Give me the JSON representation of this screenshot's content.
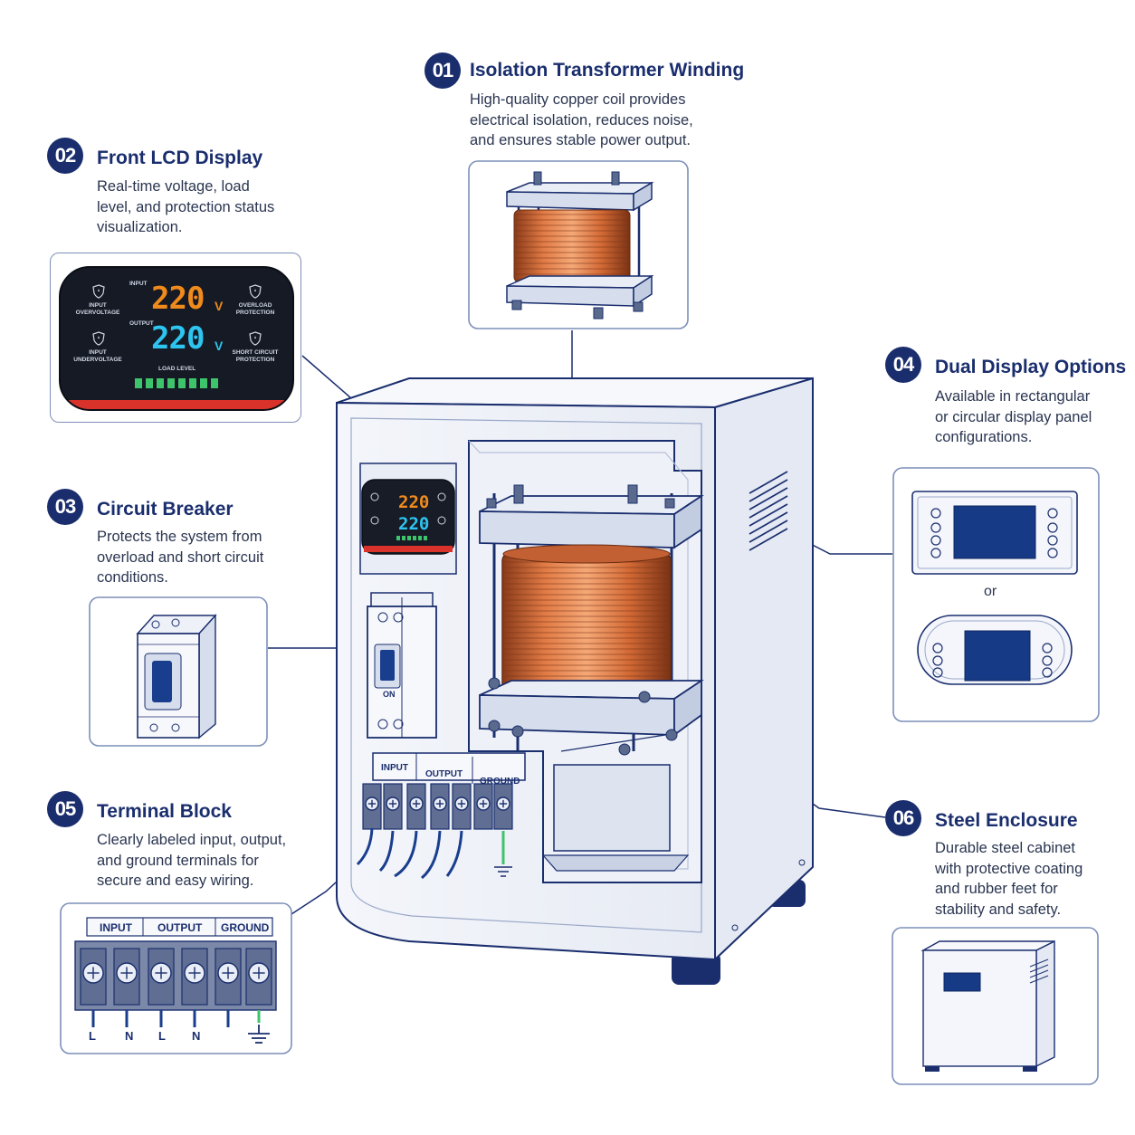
{
  "callouts": [
    {
      "num": "01",
      "title": "Isolation Transformer Winding",
      "lines": [
        "High-quality copper coil provides",
        "electrical isolation, reduces noise,",
        "and ensures stable power output."
      ]
    },
    {
      "num": "02",
      "title": "Front LCD Display",
      "lines": [
        "Real-time voltage, load",
        "level, and protection status",
        "visualization."
      ]
    },
    {
      "num": "03",
      "title": "Circuit Breaker",
      "lines": [
        "Protects the system from",
        "overload and short circuit",
        "conditions."
      ]
    },
    {
      "num": "04",
      "title": "Dual Display Options",
      "lines": [
        "Available in rectangular",
        "or circular display panel",
        "configurations."
      ]
    },
    {
      "num": "05",
      "title": "Terminal Block",
      "lines": [
        "Clearly labeled input, output,",
        "and ground terminals for",
        "secure and easy wiring."
      ]
    },
    {
      "num": "06",
      "title": "Steel Enclosure",
      "lines": [
        "Durable steel cabinet",
        "with protective coating",
        "and rubber feet for",
        "stability and safety."
      ]
    }
  ],
  "lcd": {
    "input_label": "INPUT",
    "output_label": "OUTPUT",
    "input_value": "220",
    "output_value": "220",
    "unit": "V",
    "load_label": "LOAD LEVEL",
    "load_segments": 8,
    "status_left_top": [
      "INPUT",
      "OVERVOLTAGE"
    ],
    "status_left_bottom": [
      "INPUT",
      "UNDERVOLTAGE"
    ],
    "status_right_top": [
      "OVERLOAD",
      "PROTECTION"
    ],
    "status_right_bottom": [
      "SHORT CIRCUIT",
      "PROTECTION"
    ]
  },
  "breaker": {
    "on_label": "ON"
  },
  "terminals": {
    "groups": [
      "INPUT",
      "OUTPUT",
      "GROUND"
    ],
    "wire_labels": [
      "L",
      "N",
      "L",
      "N"
    ]
  },
  "display_options": {
    "or_label": "or"
  },
  "colors": {
    "navy": "#1a2e6e",
    "copper": "#c9663a",
    "amber": "#f08a1c",
    "cyan": "#2ec4f0",
    "green": "#3ec46a",
    "red": "#d8322a"
  }
}
